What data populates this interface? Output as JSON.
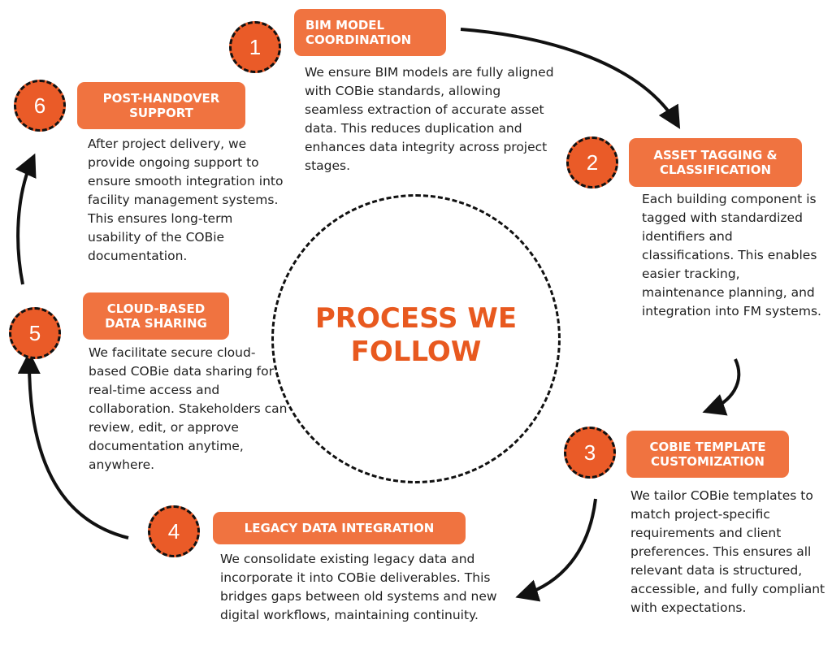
{
  "center_title": "PROCESS WE\nFOLLOW",
  "colors": {
    "accent": "#ea5b28",
    "label_bg": "#f07340",
    "title": "#e8591f",
    "line": "#111111"
  },
  "steps": [
    {
      "number": "1",
      "title": "BIM MODEL\nCOORDINATION",
      "description": "We ensure BIM models are fully aligned with COBie standards, allowing seamless extraction of accurate asset data. This reduces duplication and enhances data integrity across project stages."
    },
    {
      "number": "2",
      "title": "ASSET TAGGING &\nCLASSIFICATION",
      "description": "Each building component is tagged with standardized identifiers and classifications. This enables easier tracking, maintenance planning, and integration into FM systems."
    },
    {
      "number": "3",
      "title": "COBIE TEMPLATE\nCUSTOMIZATION",
      "description": "We tailor COBie templates to match project-specific requirements and client preferences. This ensures all relevant data is structured, accessible, and fully compliant with expectations."
    },
    {
      "number": "4",
      "title": "LEGACY DATA INTEGRATION",
      "description": "We consolidate existing legacy data and incorporate it into COBie deliverables. This bridges gaps between old systems and new digital workflows, maintaining continuity."
    },
    {
      "number": "5",
      "title": "CLOUD-BASED\nDATA SHARING",
      "description": "We facilitate secure cloud-based COBie data sharing for real-time access and collaboration. Stakeholders can review, edit, or approve documentation anytime, anywhere."
    },
    {
      "number": "6",
      "title": "POST-HANDOVER\nSUPPORT",
      "description": "After project delivery, we provide ongoing support to ensure smooth integration into facility management systems. This ensures long-term usability of the COBie documentation."
    }
  ]
}
